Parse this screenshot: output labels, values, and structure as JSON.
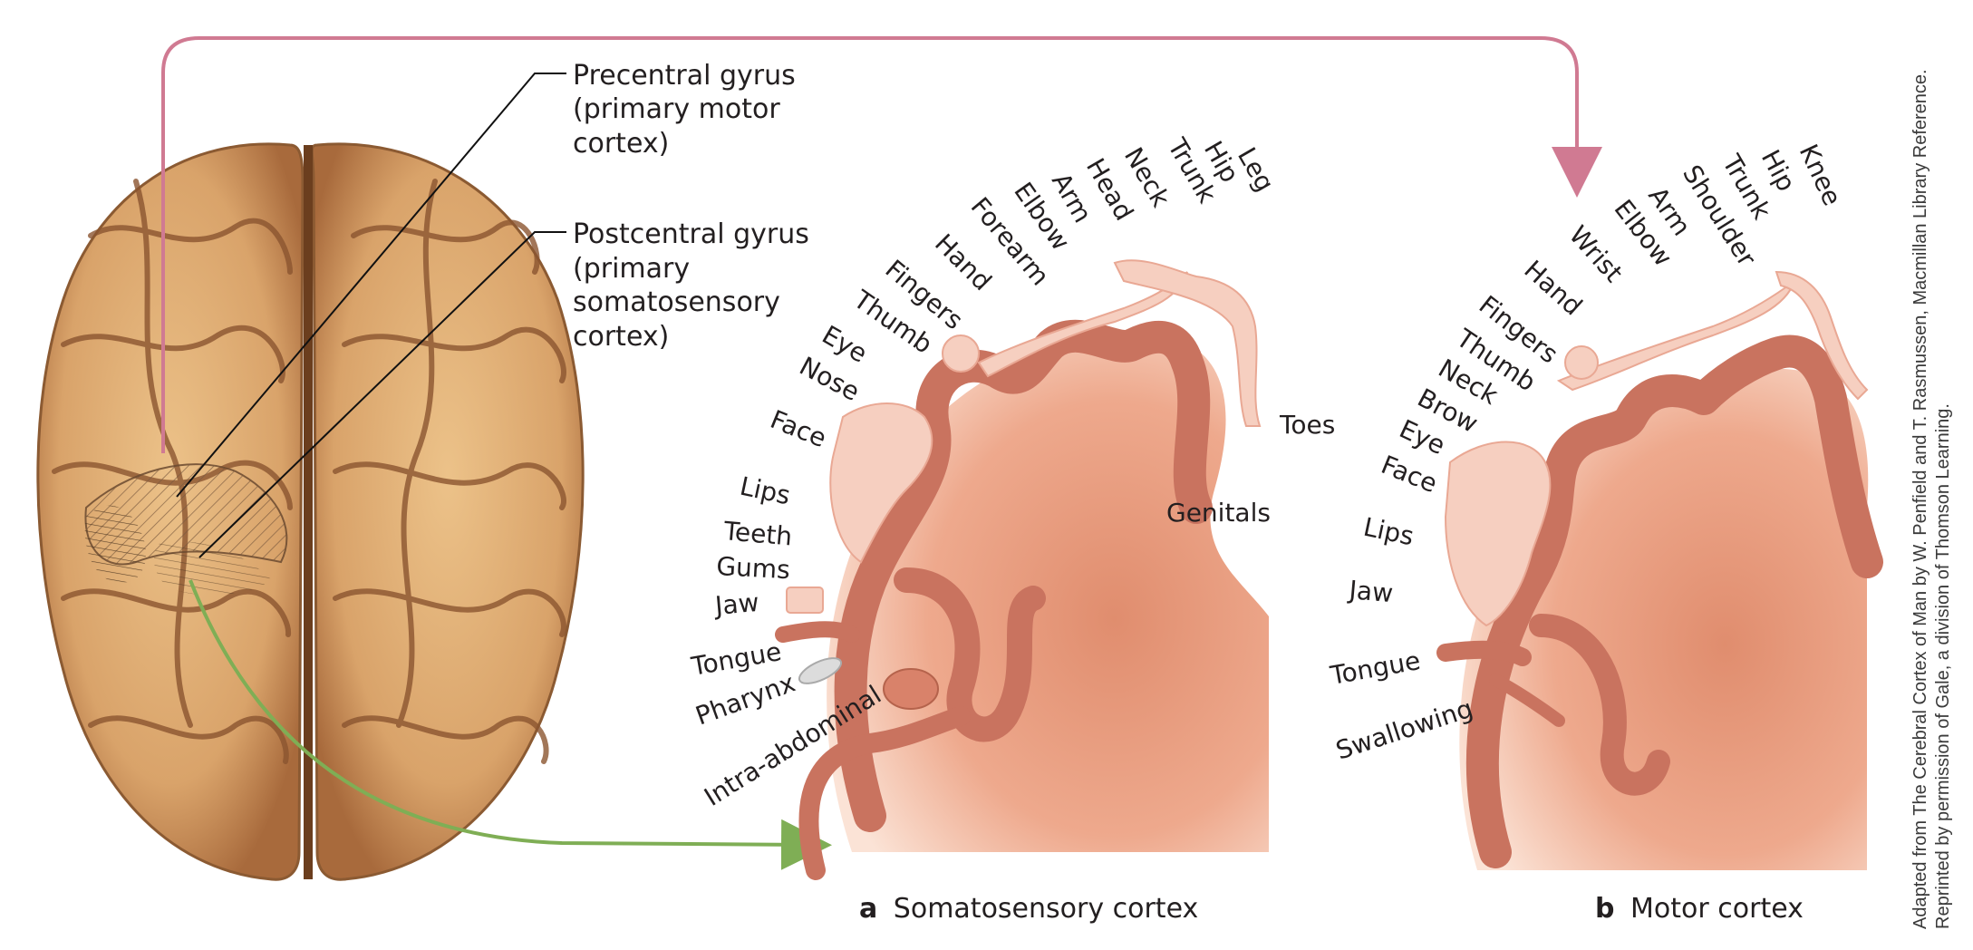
{
  "labels": {
    "precentral": [
      "Precentral gyrus",
      "(primary motor",
      "cortex)"
    ],
    "postcentral": [
      "Postcentral gyrus",
      "(primary",
      "somatosensory",
      "cortex)"
    ]
  },
  "somatosensory": {
    "panel_letter": "a",
    "caption": "Somatosensory cortex",
    "parts": [
      "Leg",
      "Hip",
      "Trunk",
      "Neck",
      "Head",
      "Arm",
      "Elbow",
      "Forearm",
      "Hand",
      "Fingers",
      "Thumb",
      "Eye",
      "Nose",
      "Face",
      "Lips",
      "Teeth",
      "Gums",
      "Jaw",
      "Tongue",
      "Pharynx",
      "Intra-abdominal",
      "Toes",
      "Genitals"
    ]
  },
  "motor": {
    "panel_letter": "b",
    "caption": "Motor cortex",
    "parts": [
      "Knee",
      "Hip",
      "Trunk",
      "Shoulder",
      "Arm",
      "Elbow",
      "Wrist",
      "Hand",
      "Fingers",
      "Thumb",
      "Neck",
      "Brow",
      "Eye",
      "Face",
      "Lips",
      "Jaw",
      "Tongue",
      "Swallowing"
    ]
  },
  "credit": [
    "Adapted from The Cerebral Cortex of Man by W. Penfield and T. Rasmussen, Macmillan Library Reference.",
    "Reprinted by permission of Gale, a division of Thomson Learning."
  ],
  "colors": {
    "motor_arrow": "#d07a92",
    "sensory_arrow": "#7fae55",
    "cortex_dark": "#c9735f",
    "cortex_light": "#f4c3ad",
    "homunculus": "#f6cfc0",
    "brain": "#d9a36a"
  }
}
